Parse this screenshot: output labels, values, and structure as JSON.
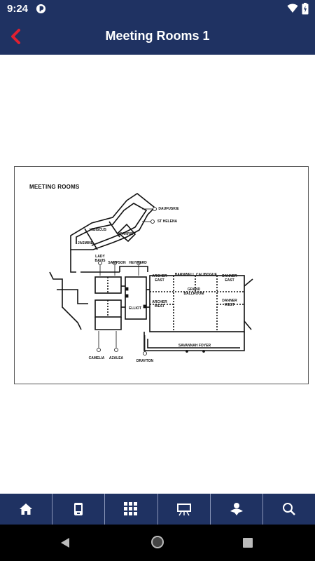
{
  "status_bar": {
    "time": "9:24"
  },
  "header": {
    "title": "Meeting Rooms 1"
  },
  "map": {
    "heading": "MEETING ROOMS",
    "rooms": {
      "daufuskie": "DAUFUSKIE",
      "st_helena": "ST HELENA",
      "hibiscus": "HIBISCUS",
      "parris": "PARRIS",
      "jasmine": "JASMINE",
      "lady_bavis": "LADY\nBAVIS",
      "sampson": "SAMPSON",
      "heyward": "HEYWARD",
      "archer_east": "ARCHER\nEAST",
      "barnwell": "BARNWELL",
      "calibogue": "CALIBOGUE",
      "danner_east": "DANNER\nEAST",
      "grand_ballroom": "GRAND\nBALLROOM",
      "archer_west": "ARCHER\nWEST",
      "danner_west": "DANNER\nWEST",
      "elliot": "ELLIOT",
      "savannah_foyer": "SAVANNAH FOYER",
      "camelia": "CAMELIA",
      "azalea": "AZALEA",
      "drayton": "DRAYTON"
    }
  },
  "nav": {
    "items": [
      "home-icon",
      "device-icon",
      "grid-icon",
      "presentation-icon",
      "attendee-icon",
      "search-icon"
    ]
  }
}
